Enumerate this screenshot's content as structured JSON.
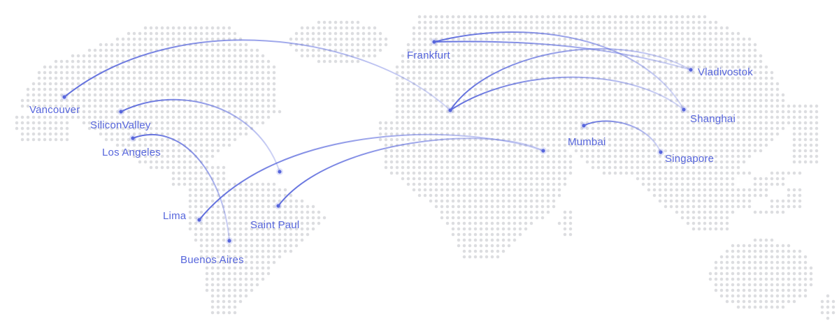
{
  "map": {
    "accent_color": "#5766dc",
    "dot_color": "#dcdde0",
    "cities": [
      {
        "id": "vancouver",
        "label": "Vancouver"
      },
      {
        "id": "silicon_valley",
        "label": "SiliconValley"
      },
      {
        "id": "los_angeles",
        "label": "Los Angeles"
      },
      {
        "id": "lima",
        "label": "Lima"
      },
      {
        "id": "buenos_aires",
        "label": "Buenos Aires"
      },
      {
        "id": "saint_paul",
        "label": "Saint Paul"
      },
      {
        "id": "frankfurt",
        "label": "Frankfurt"
      },
      {
        "id": "mumbai",
        "label": "Mumbai"
      },
      {
        "id": "singapore",
        "label": "Singapore"
      },
      {
        "id": "shanghai",
        "label": "Shanghai"
      },
      {
        "id": "vladivostok",
        "label": "Vladivostok"
      }
    ],
    "routes": [
      {
        "from": "vancouver",
        "to": "europe_hub"
      },
      {
        "from": "silicon_valley",
        "to": "atlantic_point"
      },
      {
        "from": "los_angeles",
        "to": "buenos_aires"
      },
      {
        "from": "lima",
        "to": "africa_point"
      },
      {
        "from": "saint_paul",
        "to": "africa_point"
      },
      {
        "from": "europe_hub",
        "to": "vladivostok"
      },
      {
        "from": "europe_hub",
        "to": "shanghai"
      },
      {
        "from": "frankfurt",
        "to": "vladivostok"
      },
      {
        "from": "frankfurt",
        "to": "shanghai"
      },
      {
        "from": "mumbai",
        "to": "singapore"
      }
    ]
  }
}
